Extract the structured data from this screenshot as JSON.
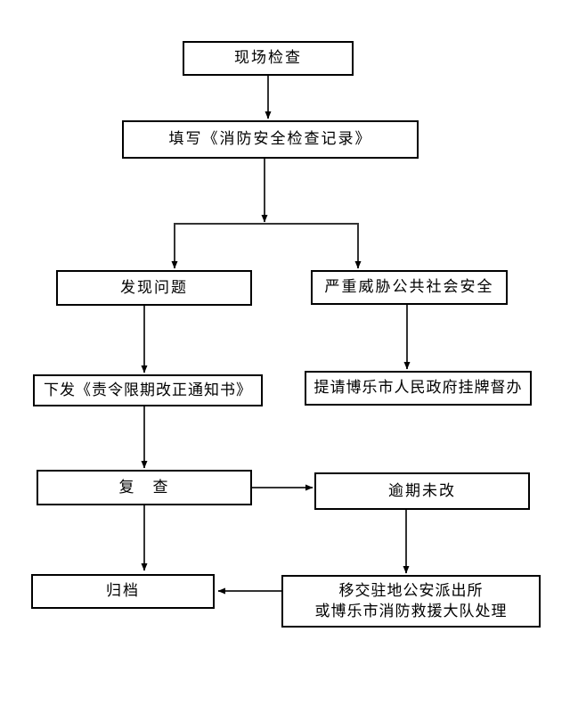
{
  "diagram": {
    "type": "flowchart",
    "background_color": "#ffffff",
    "box_border_color": "#000000",
    "arrow_color": "#333333",
    "nodes": [
      {
        "id": "onsite-inspection",
        "label": "现场检查"
      },
      {
        "id": "fill-record",
        "label": "填写《消防安全检查记录》"
      },
      {
        "id": "problems-found",
        "label": "发现问题"
      },
      {
        "id": "serious-threat",
        "label": "严重威胁公共社会安全"
      },
      {
        "id": "issue-notice",
        "label": "下发《责令限期改正通知书》"
      },
      {
        "id": "request-supervision",
        "label": "提请博乐市人民政府挂牌督办"
      },
      {
        "id": "recheck",
        "label": "复　查"
      },
      {
        "id": "overdue-uncorrected",
        "label": "逾期未改"
      },
      {
        "id": "archive",
        "label": "归档"
      },
      {
        "id": "transfer-handling",
        "label_line1": "移交驻地公安派出所",
        "label_line2": "或博乐市消防救援大队处理"
      }
    ],
    "edges": [
      {
        "from": "onsite-inspection",
        "to": "fill-record"
      },
      {
        "from": "fill-record",
        "to": "problems-found"
      },
      {
        "from": "fill-record",
        "to": "serious-threat"
      },
      {
        "from": "problems-found",
        "to": "issue-notice"
      },
      {
        "from": "serious-threat",
        "to": "request-supervision"
      },
      {
        "from": "issue-notice",
        "to": "recheck"
      },
      {
        "from": "recheck",
        "to": "overdue-uncorrected"
      },
      {
        "from": "recheck",
        "to": "archive"
      },
      {
        "from": "overdue-uncorrected",
        "to": "transfer-handling"
      },
      {
        "from": "transfer-handling",
        "to": "archive"
      }
    ]
  }
}
